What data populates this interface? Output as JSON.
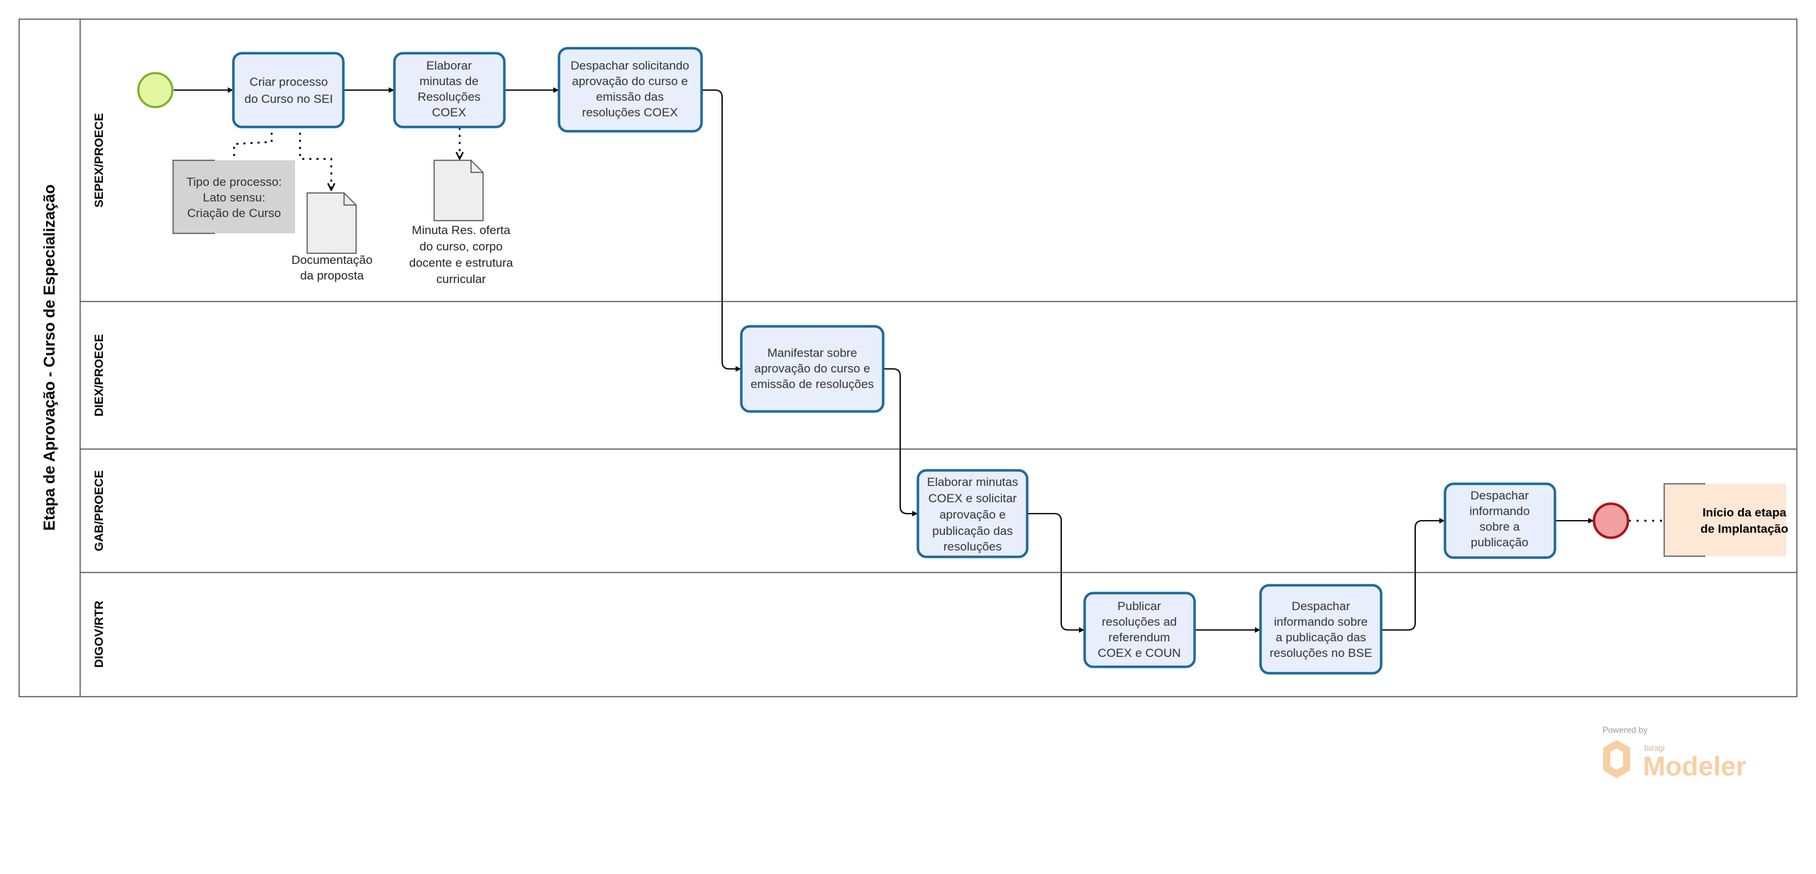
{
  "pool": {
    "title": "Etapa de Aprovação - Curso de Especialização"
  },
  "lanes": [
    "SEPEX/PROECE",
    "DIEX/PROECE",
    "GAB/PROECE",
    "DIGOV/RTR"
  ],
  "tasks": {
    "t1": [
      "Criar processo",
      "do Curso no SEI"
    ],
    "t2": [
      "Elaborar",
      "minutas de",
      "Resoluções",
      "COEX"
    ],
    "t3": [
      "Despachar solicitando",
      "aprovação do curso e",
      "emissão das",
      "resoluções COEX"
    ],
    "t4": [
      "Manifestar sobre",
      "aprovação do curso e",
      "emissão de resoluções"
    ],
    "t5": [
      "Elaborar minutas",
      "COEX e solicitar",
      "aprovação e",
      "publicação das",
      "resoluções"
    ],
    "t6": [
      "Publicar",
      "resoluções ad",
      "referendum",
      "COEX e COUN"
    ],
    "t7": [
      "Despachar",
      "informando sobre",
      "a publicação das",
      "resoluções no BSE"
    ],
    "t8": [
      "Despachar",
      "informando",
      "sobre a",
      "publicação"
    ]
  },
  "annotations": {
    "process_type": [
      "Tipo de processo:",
      "Lato sensu:",
      "Criação de Curso"
    ]
  },
  "documents": {
    "d1": [
      "Documentação",
      "da proposta"
    ],
    "d2": [
      "Minuta Res. oferta",
      "do curso, corpo",
      "docente e estrutura",
      "curricular"
    ]
  },
  "link_box": [
    "Início da etapa",
    "de Implantação"
  ],
  "branding": {
    "powered": "Powered by",
    "small": "bizagi",
    "big": "Modeler"
  },
  "colors": {
    "task_fill": "#e8eefb",
    "task_stroke": "#1c6a9a",
    "start_fill": "#e4f7a0",
    "start_stroke": "#7bb02a",
    "end_fill": "#f2a0a0",
    "end_stroke": "#a8141c",
    "annotation_fill": "#d3d3d3",
    "link_fill": "#fde8d6"
  }
}
